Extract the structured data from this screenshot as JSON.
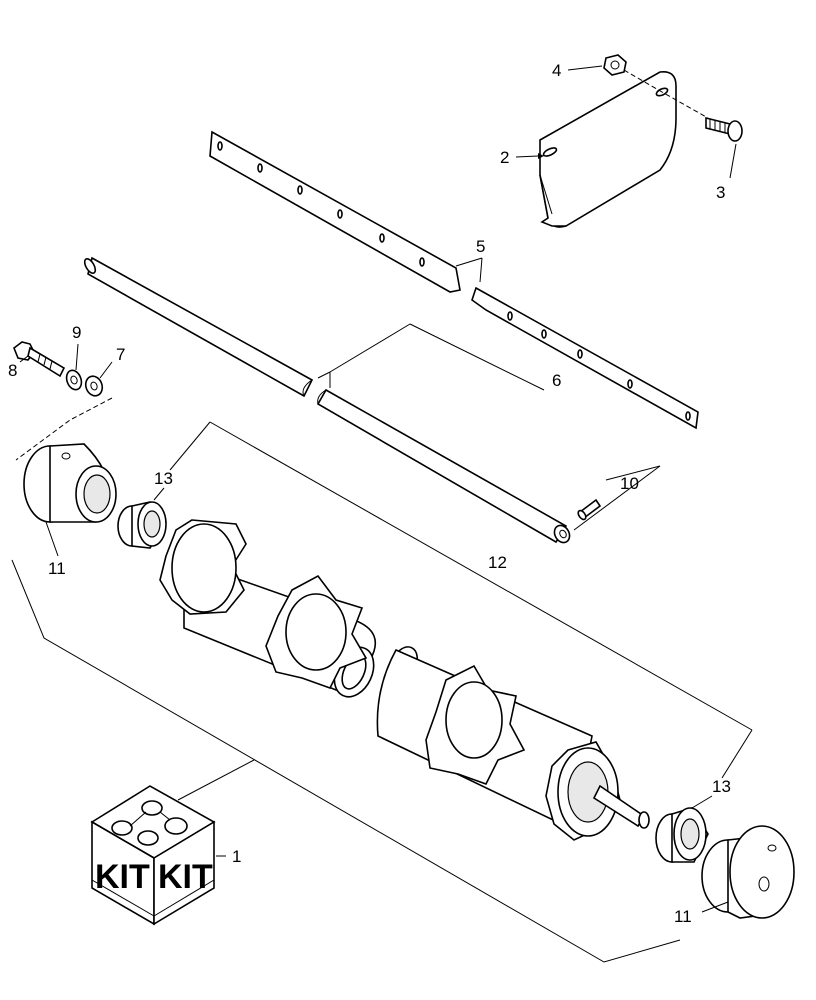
{
  "callouts": {
    "c1": "1",
    "c2": "2",
    "c3": "3",
    "c4": "4",
    "c5": "5",
    "c6": "6",
    "c7": "7",
    "c8": "8",
    "c9": "9",
    "c10": "10",
    "c11a": "11",
    "c11b": "11",
    "c12": "12",
    "c13a": "13",
    "c13b": "13"
  },
  "kit_box": {
    "left_text": "KIT",
    "right_text": "KIT"
  }
}
